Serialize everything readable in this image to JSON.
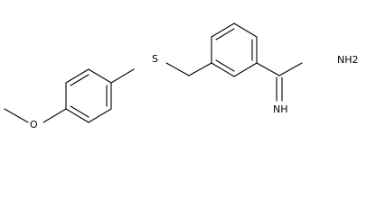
{
  "atoms": {
    "oxygen": "O",
    "sulfur": "S",
    "amine": "NH2",
    "imine": "NH"
  },
  "colors": {
    "bond": "#000000",
    "background": "#ffffff"
  }
}
